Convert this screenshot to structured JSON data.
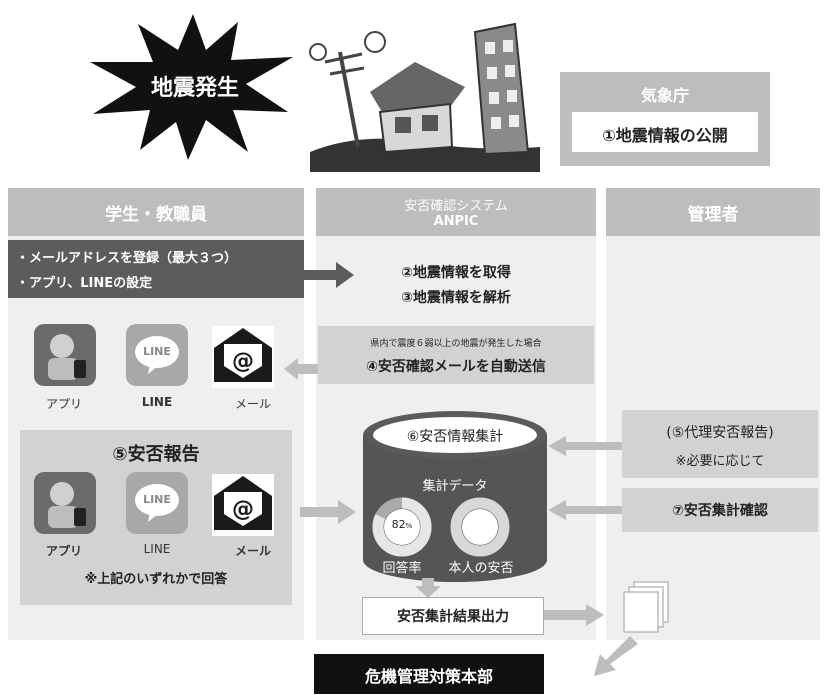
{
  "burst": {
    "label": "地震発生"
  },
  "agency": {
    "title": "気象庁",
    "step1": "①地震情報の公開"
  },
  "columns": {
    "left": {
      "header": "学生・教職員"
    },
    "middle": {
      "header_line1": "安否確認システム",
      "header_line2": "ANPIC"
    },
    "right": {
      "header": "管理者"
    }
  },
  "registration": {
    "line1": "・メールアドレスを登録（最大３つ）",
    "line2": "・アプリ、LINEの設定"
  },
  "system_steps": {
    "step2": "②地震情報を取得",
    "step3": "③地震情報を解析"
  },
  "notify": {
    "condition": "県内で震度６弱以上の地震が発生した場合",
    "step4": "④安否確認メールを自動送信"
  },
  "channels_top": {
    "app": "アプリ",
    "line": "LINE",
    "mail": "メール"
  },
  "line_icon_text": "LINE",
  "report": {
    "title": "⑤安否報告",
    "app": "アプリ",
    "line": "LINE",
    "mail": "メール",
    "note": "※上記のいずれかで回答"
  },
  "db": {
    "title": "⑥安否情報集計",
    "data_label": "集計データ",
    "rate_value": "82",
    "rate_unit": "%",
    "rate_label": "回答率",
    "self_label": "本人の安否"
  },
  "rate_fraction": 0.82,
  "proxy": {
    "line1": "(⑤代理安否報告)",
    "line2": "※必要に応じて"
  },
  "check": {
    "label": "⑦安否集計確認"
  },
  "output": {
    "label": "安否集計結果出力"
  },
  "hq": {
    "label": "危機管理対策本部"
  },
  "colors": {
    "column_bg": "#efefef",
    "header_bg": "#bdbdbd",
    "dark_bar": "#5c5c5c",
    "hq_bg": "#111111",
    "db_dark": "#555555"
  }
}
